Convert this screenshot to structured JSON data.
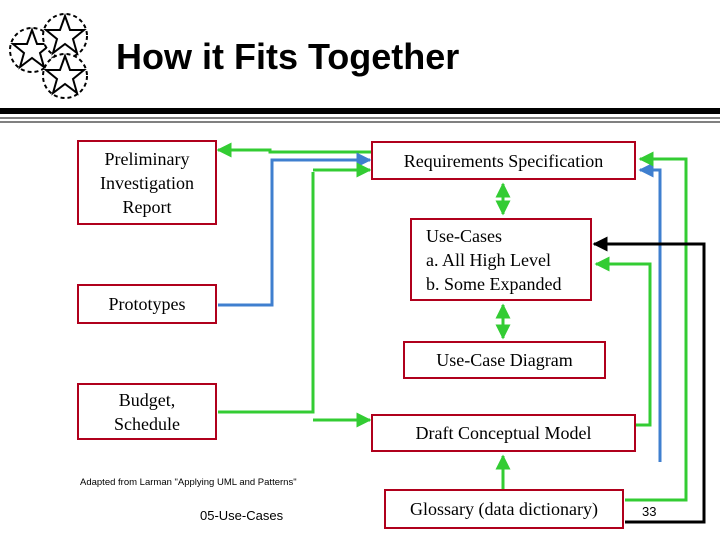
{
  "slide": {
    "title": "How it Fits Together",
    "caption": "Adapted from Larman \"Applying UML and Patterns\"",
    "footer": "05-Use-Cases",
    "page_number": "33"
  },
  "boxes": {
    "preliminary": "Preliminary\nInvestigation\nReport",
    "prototypes": "Prototypes",
    "budget": "Budget,\nSchedule",
    "requirements": "Requirements Specification",
    "use_cases": "Use-Cases\na. All High Level\nb. Some Expanded",
    "use_case_diagram": "Use-Case Diagram",
    "draft_model": "Draft Conceptual Model",
    "glossary": "Glossary (data dictionary)"
  },
  "colors": {
    "box_border": "#b0001c",
    "green_arrow": "#33cc33",
    "blue_arrow": "#3f7fcf",
    "black_arrow": "#000000"
  }
}
